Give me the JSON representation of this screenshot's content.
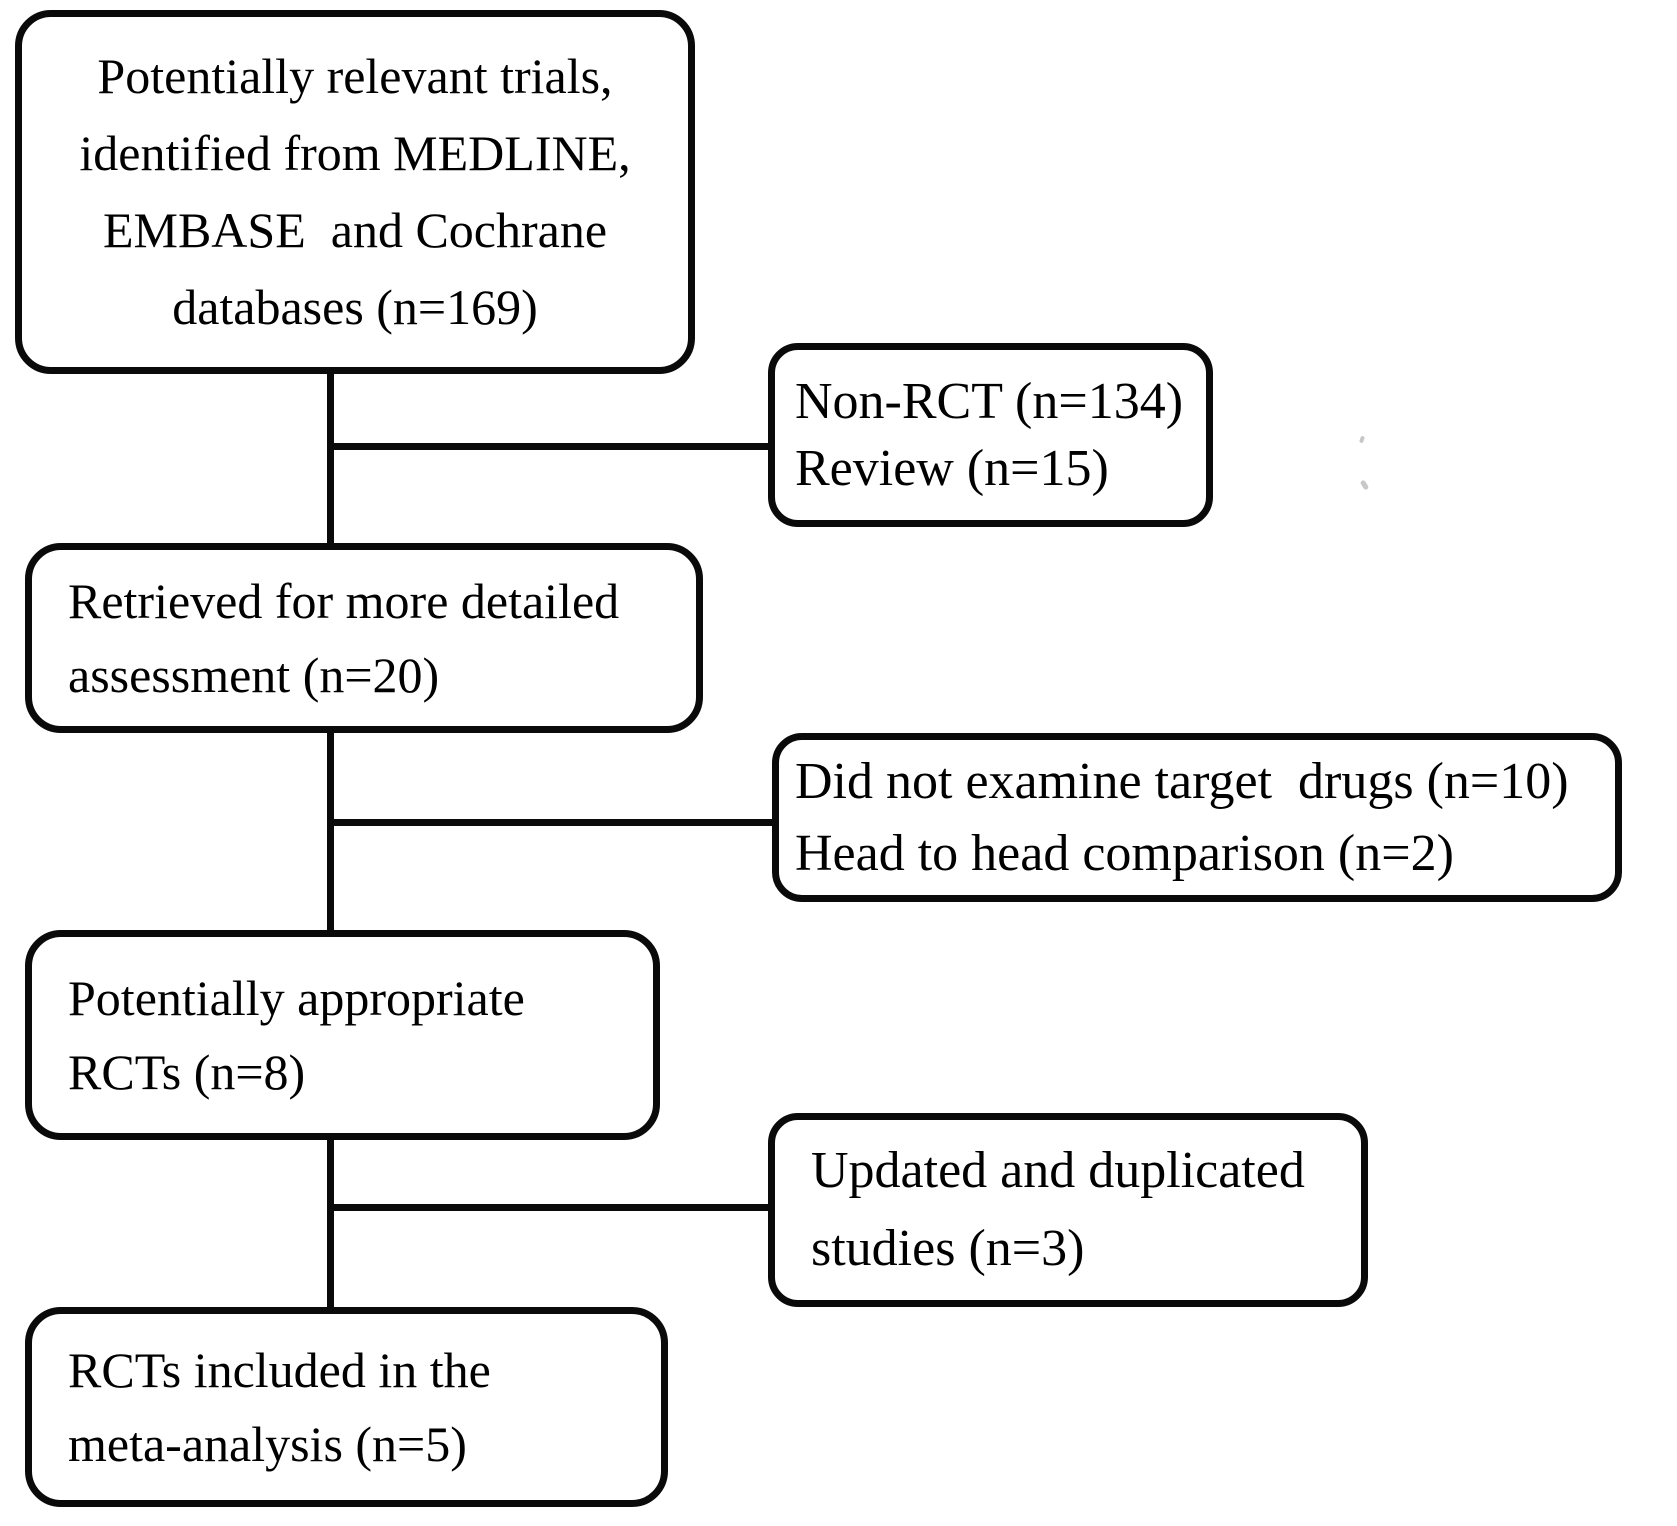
{
  "flowchart": {
    "type": "study-selection-flow-diagram",
    "colors": {
      "line": "#0a0a0a",
      "background": "#ffffff",
      "text": "#000000"
    },
    "nodes": {
      "identified_trials": {
        "lines": [
          "Potentially relevant trials,",
          "identified from MEDLINE,",
          "EMBASE  and Cochrane",
          "databases (n=169)"
        ],
        "n": 169
      },
      "excluded_screening": {
        "lines": [
          "Non-RCT (n=134)",
          "Review (n=15)"
        ],
        "items": [
          {
            "reason": "Non-RCT",
            "n": 134
          },
          {
            "reason": "Review",
            "n": 15
          }
        ]
      },
      "retrieved_assessment": {
        "lines": [
          "Retrieved for more detailed",
          "assessment (n=20)"
        ],
        "n": 20
      },
      "excluded_assessment": {
        "lines": [
          "Did not examine target  drugs (n=10)",
          "Head to head comparison (n=2)"
        ],
        "items": [
          {
            "reason": "Did not examine target drugs",
            "n": 10
          },
          {
            "reason": "Head to head comparison",
            "n": 2
          }
        ]
      },
      "appropriate_rcts": {
        "lines": [
          "Potentially appropriate",
          "RCTs (n=8)"
        ],
        "n": 8
      },
      "excluded_updated_duplicated": {
        "lines": [
          "Updated and duplicated",
          "studies (n=3)"
        ],
        "items": [
          {
            "reason": "Updated and duplicated studies",
            "n": 3
          }
        ]
      },
      "included_meta_analysis": {
        "lines": [
          "RCTs included in the",
          "meta-analysis (n=5)"
        ],
        "n": 5
      }
    }
  }
}
